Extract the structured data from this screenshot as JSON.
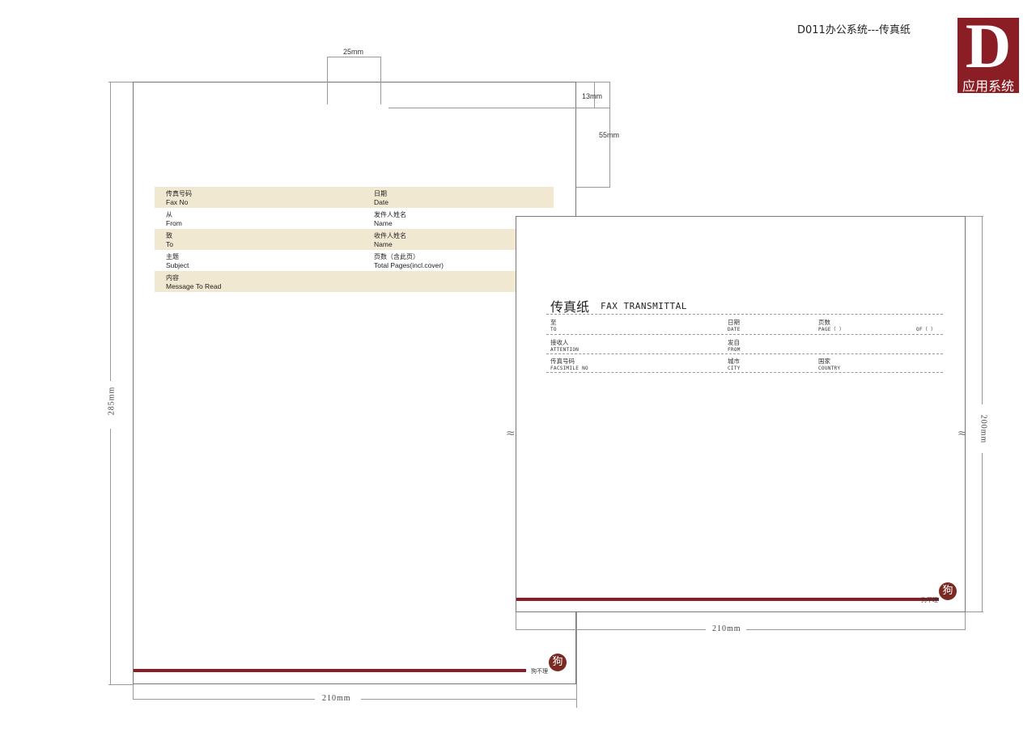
{
  "header": {
    "title": "D011办公系统---传真纸",
    "brand_letter": "D",
    "brand_subtitle": "应用系统"
  },
  "dimensions": {
    "top_margin": "25mm",
    "right_margin": "13mm",
    "right_offset": "55mm",
    "left_height": "285mm",
    "left_width": "210mm",
    "right_height": "200mm",
    "right_width": "210mm"
  },
  "left_form": {
    "rows": [
      {
        "c1_cn": "传真号码",
        "c1_en": "Fax No",
        "c2_cn": "日期",
        "c2_en": "Date"
      },
      {
        "c1_cn": "从",
        "c1_en": "From",
        "c2_cn": "发件人姓名",
        "c2_en": "Name"
      },
      {
        "c1_cn": "致",
        "c1_en": "To",
        "c2_cn": "收件人姓名",
        "c2_en": "Name"
      },
      {
        "c1_cn": "主题",
        "c1_en": "Subject",
        "c2_cn": "页数（含此页）",
        "c2_en": "Total Pages(incl.cover)"
      },
      {
        "c1_cn": "内容",
        "c1_en": "Message To Read",
        "c2_cn": "",
        "c2_en": ""
      }
    ]
  },
  "right_form": {
    "title_cn": "传真纸",
    "title_en": "FAX TRANSMITTAL",
    "row1": {
      "to_cn": "至",
      "to_en": "TO",
      "date_cn": "日期",
      "date_en": "DATE",
      "pages_cn": "页数",
      "pages_en": "PAGE（  ）",
      "of_en": "OF（  ）"
    },
    "row2": {
      "attention_cn": "接收人",
      "attention_en": "ATTENTION",
      "from_cn": "发自",
      "from_en": "FROM"
    },
    "row3": {
      "fax_cn": "传真号码",
      "fax_en": "FACSIMILE NO",
      "city_cn": "城市",
      "city_en": "CITY",
      "country_cn": "国家",
      "country_en": "COUNTRY"
    }
  },
  "logo": {
    "glyph": "狗",
    "text": "狗不理"
  },
  "colors": {
    "brand": "#8b1e25",
    "shade": "#f1e8d1"
  }
}
